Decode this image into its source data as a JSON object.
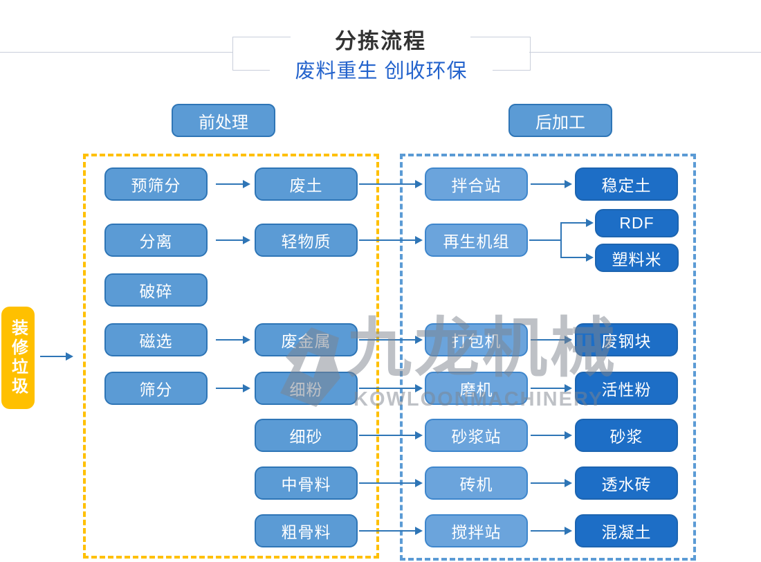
{
  "title": {
    "main": "分拣流程",
    "subtitle": "废料重生 创收环保"
  },
  "stage_labels": {
    "pre": "前处理",
    "post": "后加工"
  },
  "source": {
    "label": "装修垃圾"
  },
  "nodes": {
    "pre_screening": "预筛分",
    "separation": "分离",
    "crushing": "破碎",
    "magnetic_separation": "磁选",
    "screening": "筛分",
    "waste_soil": "废土",
    "light_material": "轻物质",
    "scrap_metal": "废金属",
    "fine_powder": "细粉",
    "fine_sand": "细砂",
    "medium_aggregate": "中骨料",
    "coarse_aggregate": "粗骨料",
    "mixing_plant": "拌合站",
    "recycling_unit": "再生机组",
    "baler": "打包机",
    "mill": "磨机",
    "mortar_plant": "砂浆站",
    "brick_machine": "砖机",
    "batching_plant": "搅拌站",
    "stabilized_soil": "稳定土",
    "rdf": "RDF",
    "plastic_pellets": "塑料米",
    "scrap_steel": "废钢块",
    "active_powder": "活性粉",
    "mortar": "砂浆",
    "permeable_brick": "透水砖",
    "concrete": "混凝土"
  },
  "watermark": {
    "cn": "九龙机械",
    "en": "KOWLOONMACHINERY"
  },
  "connections": [
    "装修垃圾 → 前处理",
    "预筛分 → 废土 → 拌合站 → 稳定土",
    "分离 → 轻物质 → 再生机组 → RDF",
    "再生机组 → 塑料米",
    "磁选 → 废金属 → 打包机 → 废钢块",
    "筛分 → 细粉 → 磨机 → 活性粉",
    "细砂 → 砂浆站 → 砂浆",
    "中骨料 → 砖机 → 透水砖",
    "粗骨料 → 搅拌站 → 混凝土"
  ],
  "colors": {
    "box_light": "#5B9BD5",
    "box_light_border": "#2E75B6",
    "box_mid": "#6BA4DC",
    "box_mid_border": "#3E86CC",
    "box_dark": "#1D6EC6",
    "box_dark_border": "#1C64B0",
    "accent_yellow": "#FFC000",
    "dashed_blue": "#5B9BD5",
    "arrow_blue": "#2E75B6",
    "subtitle_blue": "#2463CC",
    "title_dark": "#333333",
    "deco_line": "#C9CEDA",
    "watermark_gray": "#7D848E"
  }
}
